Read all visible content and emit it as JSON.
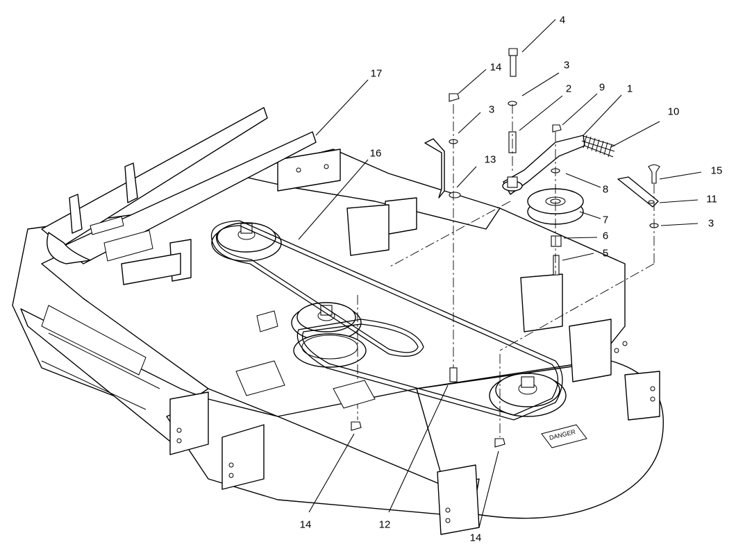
{
  "callouts": [
    {
      "id": "c4",
      "text": "4"
    },
    {
      "id": "c14top",
      "text": "14"
    },
    {
      "id": "c3a",
      "text": "3"
    },
    {
      "id": "c17",
      "text": "17"
    },
    {
      "id": "c3b",
      "text": "3"
    },
    {
      "id": "c2",
      "text": "2"
    },
    {
      "id": "c9",
      "text": "9"
    },
    {
      "id": "c1",
      "text": "1"
    },
    {
      "id": "c10",
      "text": "10"
    },
    {
      "id": "c16",
      "text": "16"
    },
    {
      "id": "c13",
      "text": "13"
    },
    {
      "id": "c15",
      "text": "15"
    },
    {
      "id": "c8",
      "text": "8"
    },
    {
      "id": "c11",
      "text": "11"
    },
    {
      "id": "c7",
      "text": "7"
    },
    {
      "id": "c3c",
      "text": "3"
    },
    {
      "id": "c6",
      "text": "6"
    },
    {
      "id": "c5",
      "text": "5"
    },
    {
      "id": "c14l",
      "text": "14"
    },
    {
      "id": "c12",
      "text": "12"
    },
    {
      "id": "c14b",
      "text": "14"
    }
  ],
  "decals": {
    "danger_right": "DANGER"
  }
}
